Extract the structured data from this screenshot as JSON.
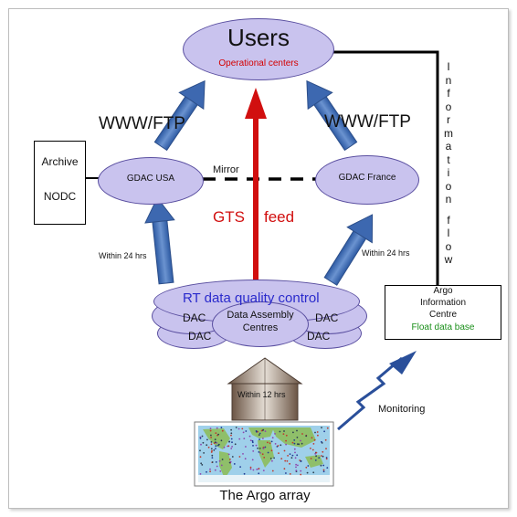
{
  "users": {
    "title": "Users",
    "subtitle": "Operational centers"
  },
  "www_left": "WWW/FTP",
  "www_right": "WWW/FTP",
  "gdac_usa": "GDAC USA",
  "gdac_france": "GDAC France",
  "mirror": "Mirror",
  "gts": {
    "a": "GTS",
    "b": "feed"
  },
  "archive": {
    "line1": "Archive",
    "line2": "NODC"
  },
  "info_flow": {
    "word1": [
      "I",
      "n",
      "f",
      "o",
      "r",
      "m",
      "a",
      "t",
      "i",
      "o",
      "n"
    ],
    "word2": [
      "f",
      "l",
      "o",
      "w"
    ]
  },
  "within24_left": "Within 24 hrs",
  "within24_right": "Within 24 hrs",
  "rt_qc": "RT data quality control",
  "dac_label": "DAC",
  "data_assembly": {
    "line1": "Data Assembly",
    "line2": "Centres"
  },
  "argo_info": {
    "line1": "Argo",
    "line2": "Information",
    "line3": "Centre",
    "line4": "Float data base"
  },
  "within12": "Within 12 hrs",
  "monitoring": "Monitoring",
  "argo_array": "The Argo array",
  "colors": {
    "ellipse_fill": "#c9c3ee",
    "ellipse_border": "#5a4fa0",
    "arrow_blue": "#4a72b8",
    "arrow_red": "#d10f0f",
    "subtitle_red": "#d40000",
    "text_blue": "#2a2acc",
    "text_green": "#1a8f1a",
    "map_ocean": "#9fd0ea",
    "map_land": "#8fbf6a"
  }
}
